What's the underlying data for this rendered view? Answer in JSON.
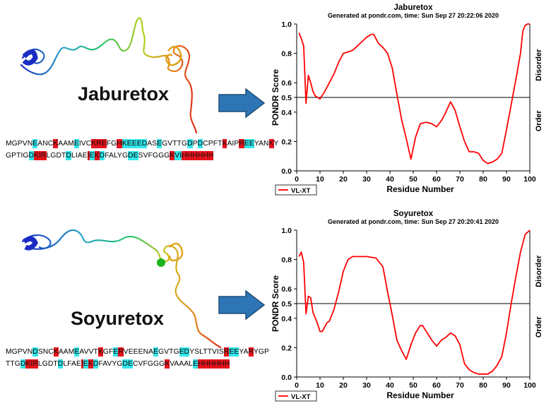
{
  "colors": {
    "curve": "#ff0000",
    "arrow_fill": "#2e75b6",
    "arrow_stroke": "#1f4e79",
    "highlight_cyan": "#33e6ea",
    "highlight_red": "#e8131b"
  },
  "proteins": [
    {
      "name": "Jaburetox",
      "sequence_lines": [
        [
          [
            "MGPVN",
            ""
          ],
          [
            "E",
            "c"
          ],
          [
            "ANC",
            ""
          ],
          [
            "K",
            "r"
          ],
          [
            "AAM",
            ""
          ],
          [
            "E",
            "c"
          ],
          [
            "IVC",
            ""
          ],
          [
            "KRE",
            "r"
          ],
          [
            "FG",
            ""
          ],
          [
            "H",
            "r"
          ],
          [
            "KEEED",
            "c"
          ],
          [
            "AS",
            ""
          ],
          [
            "E",
            "c"
          ],
          [
            "GVTTG",
            ""
          ],
          [
            "D",
            "c"
          ],
          [
            "P",
            ""
          ],
          [
            "D",
            "c"
          ],
          [
            "CPFT",
            ""
          ],
          [
            "K",
            "r"
          ],
          [
            "AIP",
            ""
          ],
          [
            "R",
            "r"
          ],
          [
            "EE",
            "c"
          ],
          [
            "YAN",
            ""
          ],
          [
            "K",
            "r"
          ],
          [
            "Y",
            ""
          ]
        ],
        [
          [
            "GPTIG",
            ""
          ],
          [
            "D",
            "c"
          ],
          [
            "K",
            "r"
          ],
          [
            "I",
            "r"
          ],
          [
            "R",
            "r"
          ],
          [
            "LGDT",
            ""
          ],
          [
            "D",
            "c"
          ],
          [
            "LIAE",
            ""
          ],
          [
            "I",
            "r"
          ],
          [
            "E",
            "c"
          ],
          [
            "K",
            "r"
          ],
          [
            "D",
            "c"
          ],
          [
            "FALYG",
            ""
          ],
          [
            "DE",
            "c"
          ],
          [
            "SVFGGG",
            ""
          ],
          [
            "K",
            "r"
          ],
          [
            "VI",
            "c"
          ],
          [
            "HHHHHH",
            "r"
          ]
        ]
      ]
    },
    {
      "name": "Soyuretox",
      "sequence_lines": [
        [
          [
            "MGPVN",
            ""
          ],
          [
            "D",
            "c"
          ],
          [
            "SNC",
            ""
          ],
          [
            "K",
            "r"
          ],
          [
            "AAM",
            ""
          ],
          [
            "E",
            "c"
          ],
          [
            "AVVT",
            ""
          ],
          [
            "K",
            "r"
          ],
          [
            "GF",
            ""
          ],
          [
            "E",
            "c"
          ],
          [
            "R",
            "r"
          ],
          [
            "VEEENA",
            ""
          ],
          [
            "E",
            "c"
          ],
          [
            "GVTG",
            ""
          ],
          [
            "ED",
            "c"
          ],
          [
            "YSLTTVIS",
            ""
          ],
          [
            "R",
            "r"
          ],
          [
            "EE",
            "c"
          ],
          [
            "YA",
            ""
          ],
          [
            "R",
            "r"
          ],
          [
            "YGP",
            ""
          ]
        ],
        [
          [
            "TTG",
            ""
          ],
          [
            "D",
            "c"
          ],
          [
            "K",
            "r"
          ],
          [
            "I",
            "r"
          ],
          [
            "R",
            "r"
          ],
          [
            "LGDT",
            ""
          ],
          [
            "D",
            "c"
          ],
          [
            "LFAE",
            ""
          ],
          [
            "I",
            "r"
          ],
          [
            "E",
            "c"
          ],
          [
            "K",
            "r"
          ],
          [
            "D",
            "c"
          ],
          [
            "FAVYG",
            ""
          ],
          [
            "DE",
            "c"
          ],
          [
            "CVFGGG",
            ""
          ],
          [
            "K",
            "r"
          ],
          [
            "VAAAL",
            ""
          ],
          [
            "E",
            "c"
          ],
          [
            "HHHHHH",
            "r"
          ]
        ]
      ]
    }
  ],
  "chart_data": [
    {
      "type": "line",
      "title": "Jaburetox",
      "subtitle": "Generated at pondr.com, time: Sun Sep 27 20:22:06 2020",
      "xlabel": "Residue Number",
      "ylabel": "PONDR Score",
      "xlim": [
        0,
        100
      ],
      "ylim": [
        0,
        1
      ],
      "xticks": [
        0,
        10,
        20,
        30,
        40,
        50,
        60,
        70,
        80,
        90,
        100
      ],
      "yticks": [
        0.0,
        0.2,
        0.4,
        0.5,
        0.6,
        0.8,
        1.0
      ],
      "threshold": 0.5,
      "region_labels": {
        "above": "Disorder",
        "below": "Order"
      },
      "legend": "bottom-left",
      "series": [
        {
          "name": "VL-XT",
          "x": [
            1,
            2,
            3,
            4,
            5,
            6,
            7,
            8,
            9,
            10,
            12,
            14,
            16,
            18,
            20,
            22,
            24,
            26,
            28,
            30,
            32,
            33,
            35,
            37,
            39,
            41,
            43,
            45,
            47,
            49,
            51,
            53,
            55,
            56,
            58,
            60,
            62,
            64,
            66,
            68,
            70,
            72,
            74,
            76,
            78,
            80,
            82,
            84,
            86,
            88,
            90,
            92,
            94,
            96,
            97,
            98,
            99,
            100
          ],
          "y": [
            0.94,
            0.9,
            0.85,
            0.46,
            0.65,
            0.6,
            0.54,
            0.51,
            0.5,
            0.49,
            0.54,
            0.6,
            0.66,
            0.74,
            0.8,
            0.81,
            0.82,
            0.85,
            0.88,
            0.91,
            0.93,
            0.93,
            0.87,
            0.84,
            0.8,
            0.7,
            0.52,
            0.35,
            0.22,
            0.08,
            0.23,
            0.32,
            0.33,
            0.33,
            0.32,
            0.3,
            0.34,
            0.4,
            0.47,
            0.41,
            0.3,
            0.2,
            0.13,
            0.13,
            0.12,
            0.07,
            0.05,
            0.06,
            0.08,
            0.12,
            0.28,
            0.45,
            0.62,
            0.8,
            0.95,
            0.99,
            1.0,
            1.0
          ]
        }
      ]
    },
    {
      "type": "line",
      "title": "Soyuretox",
      "subtitle": "Generated at pondr.com, time: Sun Sep 27 20:20:41 2020",
      "xlabel": "Residue Number",
      "ylabel": "PONDR Score",
      "xlim": [
        0,
        100
      ],
      "ylim": [
        0,
        1
      ],
      "xticks": [
        0,
        10,
        20,
        30,
        40,
        50,
        60,
        70,
        80,
        90,
        100
      ],
      "yticks": [
        0.0,
        0.2,
        0.4,
        0.5,
        0.6,
        0.8,
        1.0
      ],
      "threshold": 0.5,
      "region_labels": {
        "above": "Disorder",
        "below": "Order"
      },
      "legend": "bottom-left",
      "series": [
        {
          "name": "VL-XT",
          "x": [
            1,
            2,
            3,
            4,
            5,
            6,
            7,
            8,
            9,
            10,
            11,
            12,
            13,
            14,
            16,
            18,
            20,
            22,
            24,
            26,
            30,
            34,
            37,
            39,
            41,
            43,
            45,
            47,
            49,
            51,
            53,
            54,
            56,
            58,
            60,
            62,
            64,
            66,
            68,
            70,
            72,
            74,
            76,
            78,
            80,
            82,
            84,
            86,
            88,
            90,
            92,
            94,
            96,
            98,
            100
          ],
          "y": [
            0.82,
            0.85,
            0.78,
            0.43,
            0.55,
            0.54,
            0.44,
            0.4,
            0.36,
            0.31,
            0.31,
            0.34,
            0.37,
            0.38,
            0.46,
            0.58,
            0.72,
            0.8,
            0.82,
            0.82,
            0.82,
            0.81,
            0.75,
            0.58,
            0.42,
            0.25,
            0.18,
            0.12,
            0.22,
            0.3,
            0.35,
            0.35,
            0.3,
            0.25,
            0.21,
            0.25,
            0.27,
            0.3,
            0.28,
            0.22,
            0.09,
            0.05,
            0.03,
            0.02,
            0.02,
            0.02,
            0.04,
            0.08,
            0.14,
            0.3,
            0.5,
            0.68,
            0.85,
            0.97,
            1.0
          ]
        }
      ]
    }
  ]
}
